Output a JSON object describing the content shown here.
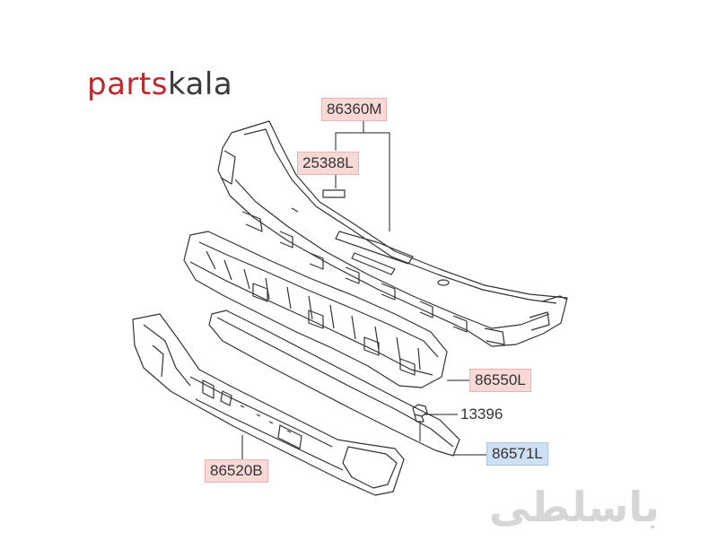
{
  "logo": {
    "part_a": "parts",
    "part_b": "kala"
  },
  "callouts": [
    {
      "id": "86360M",
      "text": "86360M",
      "style": "red"
    },
    {
      "id": "25388L",
      "text": "25388L",
      "style": "red"
    },
    {
      "id": "86550L",
      "text": "86550L",
      "style": "red"
    },
    {
      "id": "13396",
      "text": "13396",
      "style": "plain"
    },
    {
      "id": "86571L",
      "text": "86571L",
      "style": "blue"
    },
    {
      "id": "86520B",
      "text": "86520B",
      "style": "red"
    }
  ],
  "watermark": "باسلطی",
  "colors": {
    "label_red": "#f8d9d6",
    "label_blue": "#cfe0f5",
    "brand_red": "#c0272d",
    "line": "#333333"
  }
}
